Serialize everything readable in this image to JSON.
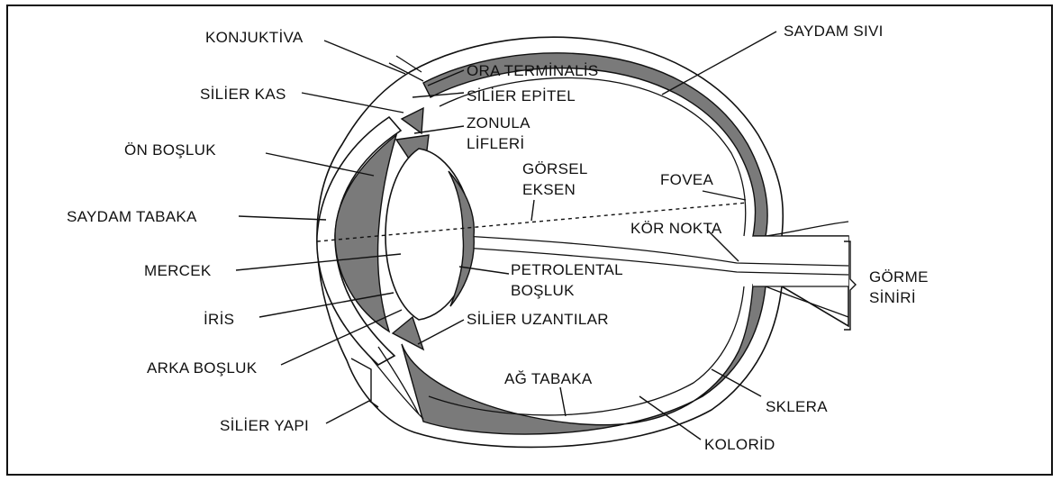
{
  "labels": {
    "konjuktiva": "KONJUKTİVA",
    "silier_kas": "SİLİER KAS",
    "on_bosluk": "ÖN BOŞLUK",
    "saydam_tabaka": "SAYDAM TABAKA",
    "mercek": "MERCEK",
    "iris": "İRİS",
    "arka_bosluk": "ARKA BOŞLUK",
    "silier_yapi": "SİLİER YAPI",
    "ora_terminalis": "ORA TERMİNALİS",
    "silier_epitel": "SİLİER EPİTEL",
    "zonula_1": "ZONULA",
    "zonula_2": "LİFLERİ",
    "gorsel_1": "GÖRSEL",
    "gorsel_2": "EKSEN",
    "petrolental_1": "PETROLENTAL",
    "petrolental_2": "BOŞLUK",
    "silier_uzantilar": "SİLİER UZANTILAR",
    "ag_tabaka": "AĞ TABAKA",
    "saydam_sivi": "SAYDAM SIVI",
    "fovea": "FOVEA",
    "kor_nokta": "KÖR NOKTA",
    "gorme_1": "GÖRME",
    "gorme_2": "SİNİRİ",
    "sklera": "SKLERA",
    "kolorid": "KOLORİD"
  },
  "colors": {
    "frame": "#111111",
    "pigment": "#7a7a7a",
    "background": "#ffffff"
  }
}
